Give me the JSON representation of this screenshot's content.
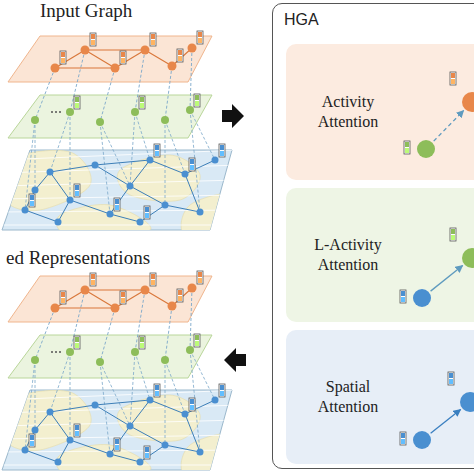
{
  "diagram": {
    "nodes": [
      {
        "text": [
          "HGA"
        ]
      },
      {
        "text": [
          "Activity Attention"
        ],
        "in": 0
      },
      {
        "text": [
          "L-Activity Attention"
        ],
        "in": 0
      },
      {
        "text": [
          "Spatial Attention"
        ],
        "in": 0
      }
    ],
    "labels": [
      "Input Graph",
      "ed Representations"
    ]
  }
}
